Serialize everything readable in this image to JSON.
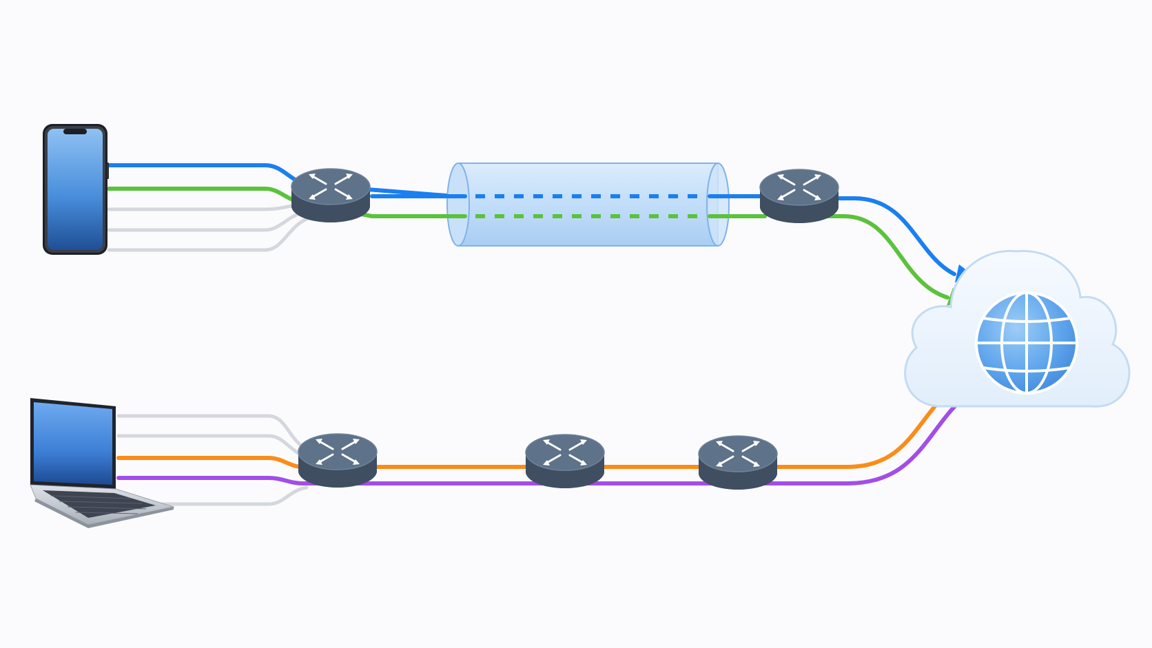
{
  "colors": {
    "background": "#fbfbfd",
    "blue": "#1a7ff0",
    "green": "#5bc23c",
    "orange": "#fb8c18",
    "purple": "#a34de8",
    "inactive": "#d4d7dd",
    "router_top": "#5e7289",
    "router_side": "#3f4e61",
    "tunnel_fill": "#b6d6f6",
    "tunnel_edge": "#7fb2ec",
    "cloud_fill": "#eef5fd",
    "cloud_edge": "#c3dbf3",
    "globe": "#5aa2ea"
  },
  "devices": [
    {
      "name": "phone",
      "icon": "smartphone-icon"
    },
    {
      "name": "laptop",
      "icon": "laptop-icon"
    }
  ],
  "routers": [
    {
      "name": "router-top-1",
      "icon": "router-icon"
    },
    {
      "name": "router-top-2",
      "icon": "router-icon"
    },
    {
      "name": "router-bottom-1",
      "icon": "router-icon"
    },
    {
      "name": "router-bottom-2",
      "icon": "router-icon"
    },
    {
      "name": "router-bottom-3",
      "icon": "router-icon"
    }
  ],
  "tunnel": {
    "icon": "tunnel-icon"
  },
  "destination": {
    "icon": "cloud-icon",
    "globe_icon": "globe-icon"
  },
  "flows": [
    {
      "name": "phone-flow-blue",
      "color": "blue",
      "active": true
    },
    {
      "name": "phone-flow-green",
      "color": "green",
      "active": true
    },
    {
      "name": "phone-flow-idle",
      "color": "inactive",
      "active": false,
      "count": 3
    },
    {
      "name": "laptop-flow-orange",
      "color": "orange",
      "active": true
    },
    {
      "name": "laptop-flow-purple",
      "color": "purple",
      "active": true
    },
    {
      "name": "laptop-flow-idle",
      "color": "inactive",
      "active": false,
      "count": 3
    }
  ]
}
